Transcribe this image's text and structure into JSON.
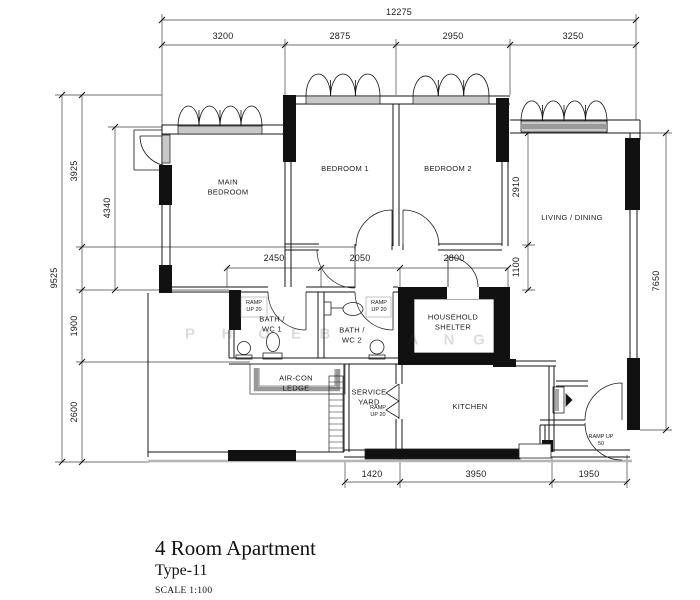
{
  "watermark": {
    "letters": [
      "P",
      "H",
      "O",
      "E",
      "B",
      "A",
      "N",
      "G"
    ]
  },
  "rooms": {
    "main_bedroom": "MAIN\nBEDROOM",
    "bedroom_1": "BEDROOM 1",
    "bedroom_2": "BEDROOM 2",
    "living_dining": "LIVING / DINING",
    "bath_wc_1": "BATH /\nWC 1",
    "bath_wc_2": "BATH /\nWC 2",
    "household_shelter": "HOUSEHOLD\nSHELTER",
    "aircon_ledge": "AIR-CON\nLEDGE",
    "service_yard": "SERVICE\nYARD",
    "kitchen": "KITCHEN"
  },
  "annotations": {
    "ramp_up_20": "RAMP\nUP 20",
    "ramp_up_50": "RAMP UP\n50"
  },
  "dimensions": {
    "top_total": "12275",
    "top": [
      "3200",
      "2875",
      "2950",
      "3250"
    ],
    "left_total": "9525",
    "left_3925": "3925",
    "left_4340": "4340",
    "left_1900": "1900",
    "left_2600": "2600",
    "mid": [
      "2450",
      "2050",
      "2800"
    ],
    "vert_1100": "1100",
    "right_2910": "2910",
    "right_7650": "7650",
    "bottom": [
      "1420",
      "3950",
      "1950"
    ]
  },
  "title_block": {
    "name": "4 Room Apartment",
    "type": "Type-11",
    "scale": "SCALE 1:100"
  }
}
